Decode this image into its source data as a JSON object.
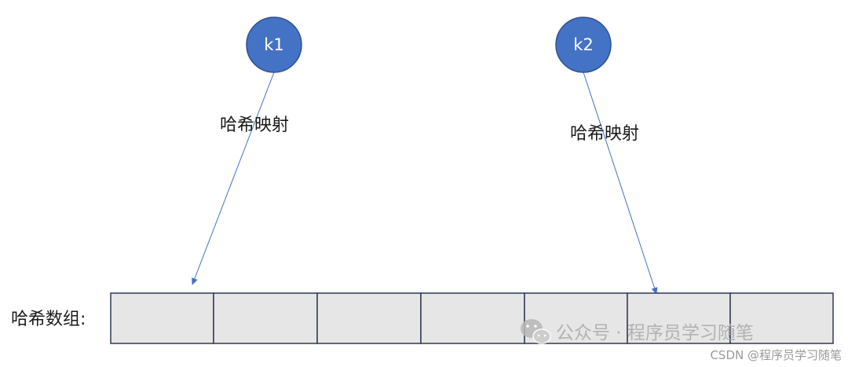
{
  "diagram": {
    "keys": [
      {
        "label": "k1",
        "target_slot": 0
      },
      {
        "label": "k2",
        "target_slot": 5
      }
    ],
    "mapping_label": "哈希映射",
    "array_label": "哈希数组:",
    "slot_count": 7,
    "colors": {
      "node_fill": "#4472c4",
      "node_stroke": "#2f528f",
      "arrow": "#4472c4",
      "slot_fill": "#e7e6e6",
      "slot_stroke": "#2f3b55"
    }
  },
  "watermark": {
    "text": "公众号 · 程序员学习随笔",
    "icon": "wechat-icon"
  },
  "credit": "CSDN @程序员学习随笔"
}
